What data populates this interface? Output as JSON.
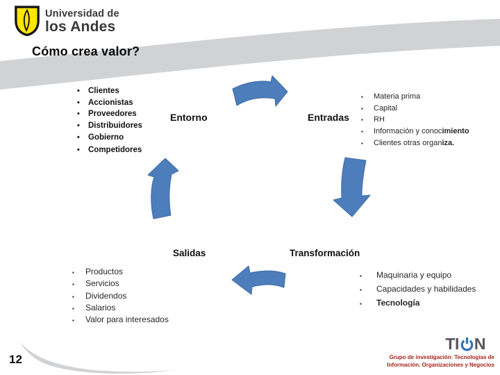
{
  "logo": {
    "line1": "Universidad de",
    "line2": "los Andes"
  },
  "title": "Cómo crea valor?",
  "page_number": "12",
  "diagram": {
    "entorno": {
      "label": "Entorno",
      "bullet": "•",
      "items": [
        "Clientes",
        "Accionistas",
        "Proveedores",
        "Distribuidores",
        "Gobierno",
        "Competidores"
      ]
    },
    "entradas": {
      "label": "Entradas",
      "bullet": "▪",
      "items": [
        {
          "normal": "Materia prima",
          "bold": ""
        },
        {
          "normal": "Capital",
          "bold": ""
        },
        {
          "normal": "RH",
          "bold": ""
        },
        {
          "normal": "Información y conoc",
          "bold": "imiento"
        },
        {
          "normal": "Clientes otras organ",
          "bold": "iza."
        }
      ]
    },
    "salidas": {
      "label": "Salidas",
      "bullet": "▪",
      "items": [
        "Productos",
        "Servicios",
        "Dividendos",
        "Salarios",
        "Valor para interesados"
      ]
    },
    "transformacion": {
      "label": "Transformación",
      "bullet": "▪",
      "items": [
        {
          "normal": "Maquinaria y equipo",
          "bold": ""
        },
        {
          "normal": "Capacidades y habilidades",
          "bold": ""
        },
        {
          "normal": "",
          "bold": "Tecnología"
        }
      ]
    }
  },
  "footer": {
    "tion_left": "TI",
    "tion_right": "N",
    "caption_line1": "Grupo de investigación: Tecnologías de",
    "caption_line2": "Información. Organizaciones y Negocios"
  },
  "icons": {
    "cycle_arrows": [
      "cycle-arrow-top-right",
      "cycle-arrow-right-down",
      "cycle-arrow-bottom-left",
      "cycle-arrow-left-up"
    ],
    "tion_o": "power-icon",
    "university_shield": "shield-feather-icon"
  },
  "colors": {
    "arrow_blue": "#4D7EBB",
    "band_gray": "#D1D2D4",
    "logo_yellow": "#FFE600",
    "tion_gray": "#55565B",
    "tion_blue": "#2E74B5",
    "caption_red": "#A3241C"
  }
}
